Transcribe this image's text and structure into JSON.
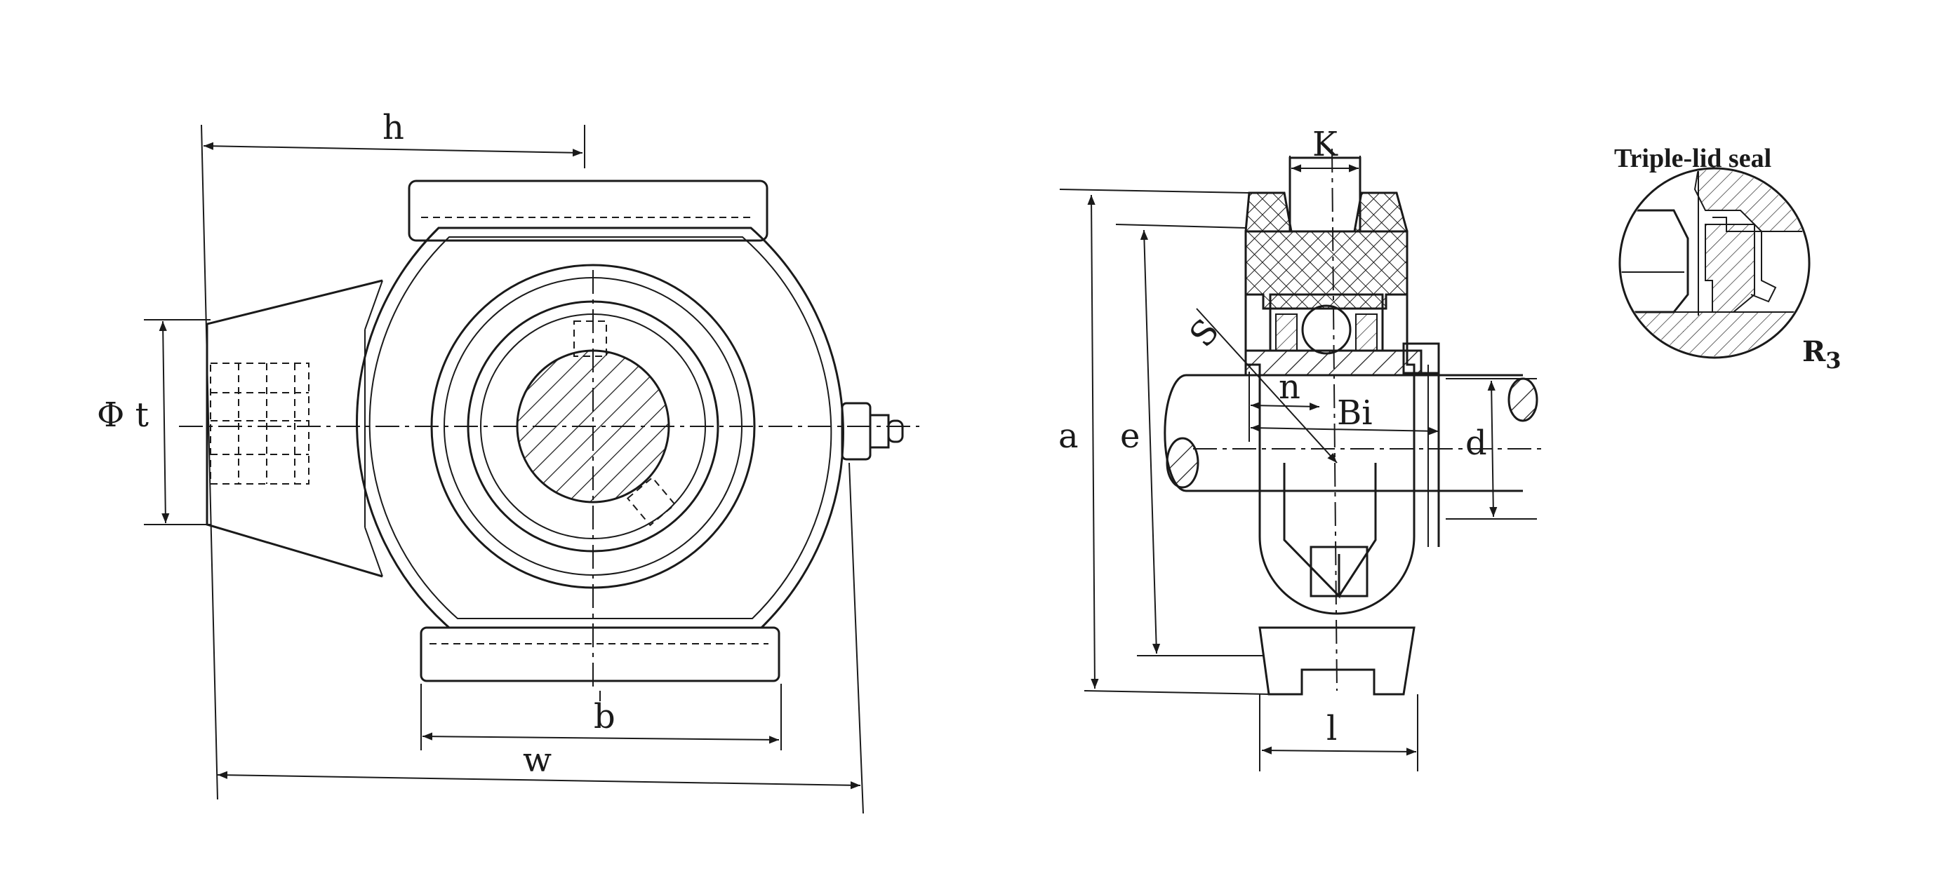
{
  "labels": {
    "h": "h",
    "phi_t": "Φ t",
    "b": "b",
    "w": "w",
    "K": "K",
    "a": "a",
    "e": "e",
    "S": "S",
    "n": "n",
    "Bi": "Bi",
    "d": "d",
    "l": "l"
  },
  "seal_detail": {
    "title": "Triple-lid seal",
    "ref_main": "R",
    "ref_sub": "3"
  }
}
